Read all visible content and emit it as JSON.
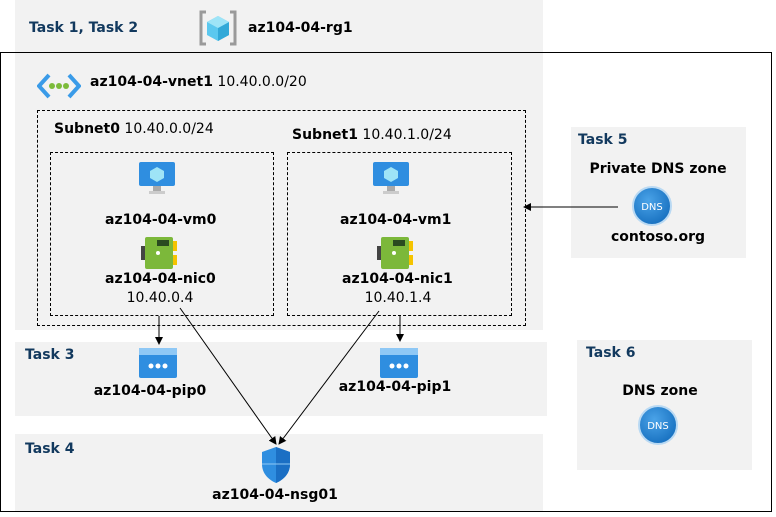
{
  "resource_group": {
    "task": "Task 1, Task 2",
    "name": "az104-04-rg1"
  },
  "vnet": {
    "name": "az104-04-vnet1",
    "address": "10.40.0.0/20"
  },
  "subnets": [
    {
      "name": "Subnet0",
      "address": "10.40.0.0/24",
      "vm": "az104-04-vm0",
      "nic": "az104-04-nic0",
      "ip": "10.40.0.4"
    },
    {
      "name": "Subnet1",
      "address": "10.40.1.0/24",
      "vm": "az104-04-vm1",
      "nic": "az104-04-nic1",
      "ip": "10.40.1.4"
    }
  ],
  "task3": {
    "task": "Task 3",
    "pips": [
      "az104-04-pip0",
      "az104-04-pip1"
    ]
  },
  "task4": {
    "task": "Task 4",
    "nsg": "az104-04-nsg01"
  },
  "task5": {
    "task": "Task 5",
    "title": "Private DNS zone",
    "icon_text": "DNS",
    "zone": "contoso.org"
  },
  "task6": {
    "task": "Task 6",
    "title": "DNS zone",
    "icon_text": "DNS"
  },
  "colors": {
    "task_label": "#12395e",
    "panel": "#f2f2f2",
    "azure_blue": "#0a63b5"
  }
}
